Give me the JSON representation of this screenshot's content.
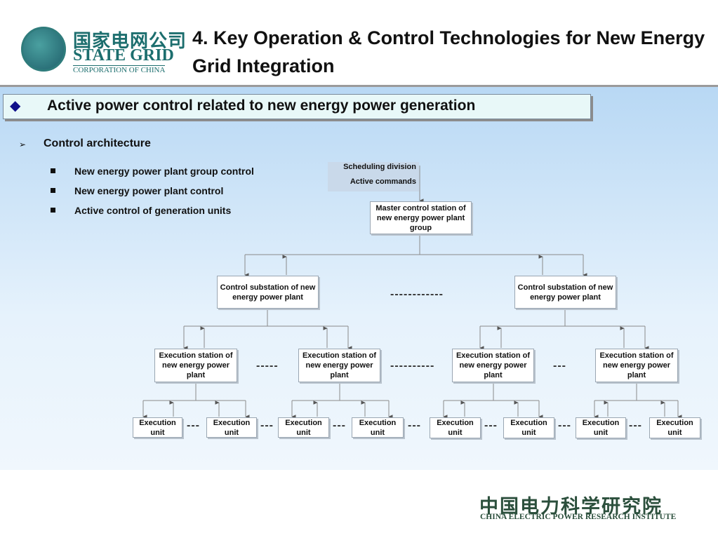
{
  "header": {
    "logo_cn": "国家电网公司",
    "logo_en": "STATE GRID",
    "logo_sub": "CORPORATION OF CHINA",
    "title": "4. Key Operation & Control Technologies for  New Energy Grid Integration"
  },
  "banner": {
    "icon": "diamond-bullet",
    "text": "Active power control related to new energy power generation"
  },
  "section": {
    "label": "Control architecture",
    "items": [
      "New energy power plant group control",
      "New energy power plant control",
      "Active control of generation units"
    ]
  },
  "diagram": {
    "scheduling_label": "Scheduling division",
    "commands_label": "Active commands",
    "master": "Master control station of new energy power plant group",
    "substations": [
      "Control substation of new energy power plant",
      "Control substation of new energy power plant"
    ],
    "substation_dots": "------------",
    "execution_stations": [
      "Execution station of new energy power plant",
      "Execution station of new energy power plant",
      "Execution station of new energy power plant",
      "Execution station of new energy power plant"
    ],
    "station_dots": [
      "-----",
      "----------",
      "---"
    ],
    "execution_units": [
      "Execution unit",
      "Execution unit",
      "Execution unit",
      "Execution unit",
      "Execution unit",
      "Execution unit",
      "Execution unit",
      "Execution unit"
    ],
    "unit_dots": [
      "---",
      "---",
      "---",
      "---",
      "---",
      "---",
      "---"
    ]
  },
  "footer": {
    "cn": "中国电力科学研究院",
    "en": "CHINA ELECTRIC POWER RESEARCH INSTITUTE"
  },
  "colors": {
    "banner_bg": "#e8f8f8",
    "bullet_diamond": "#10108a",
    "logo": "#1c6e6e",
    "footer": "#2b4f3c"
  }
}
